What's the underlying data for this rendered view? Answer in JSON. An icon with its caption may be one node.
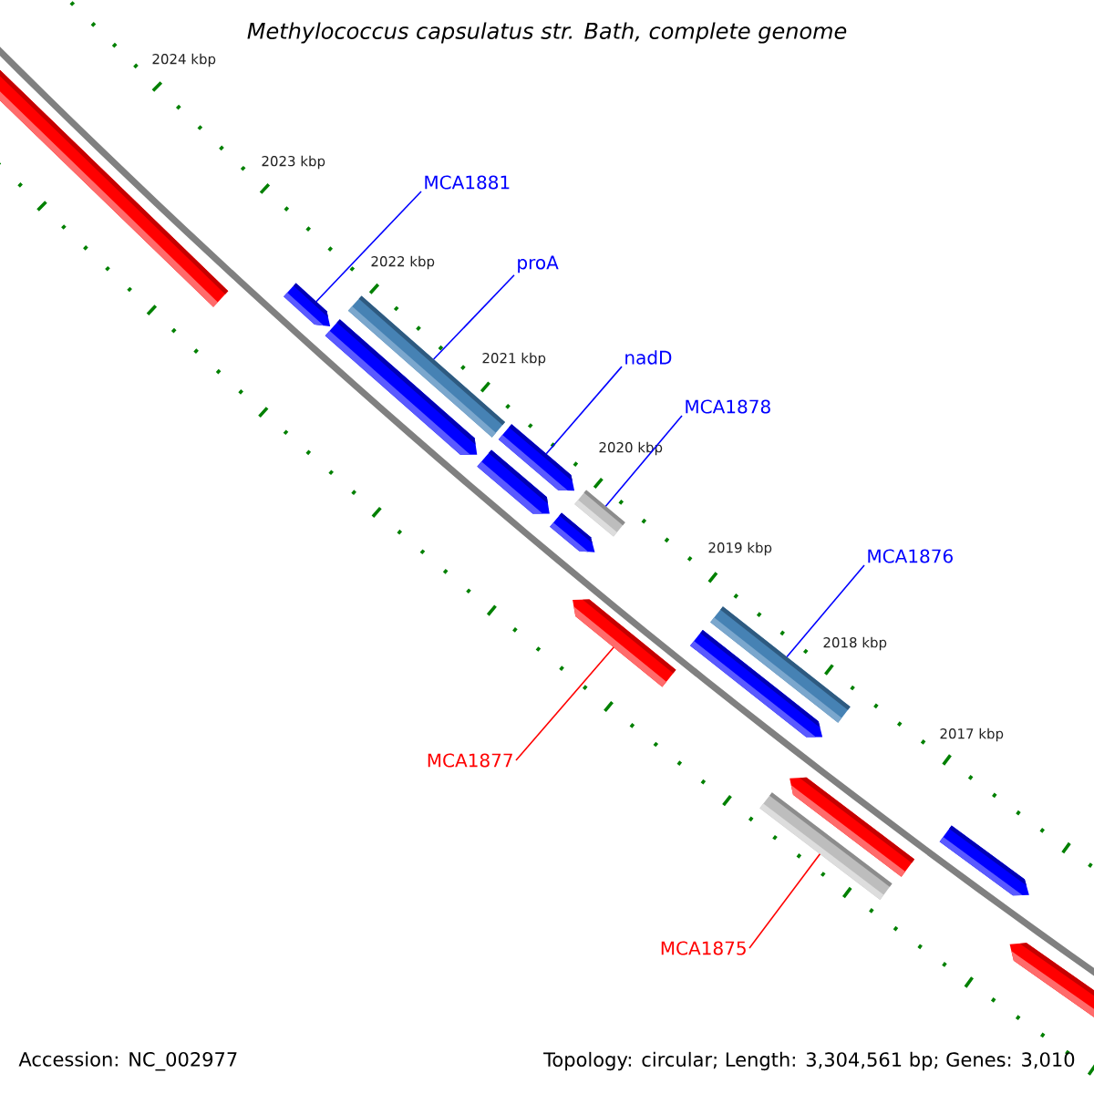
{
  "diagram": {
    "title": "Methylococcus capsulatus str. Bath, complete genome",
    "nodes": [
      {
        "text": [],
        "shape": "pentagon"
      },
      {
        "text": [],
        "shape": "pentagon"
      },
      {
        "text": [],
        "shape": "bar"
      },
      {
        "text": [],
        "shape": "pentagon"
      },
      {
        "text": [],
        "shape": "bar"
      },
      {
        "text": [],
        "shape": "pentagon"
      },
      {
        "text": [],
        "shape": "pentagon"
      },
      {
        "text": [],
        "shape": "pentagon"
      },
      {
        "text": [],
        "shape": "pentagon"
      },
      {
        "text": [],
        "shape": "bar"
      },
      {
        "text": [],
        "shape": "pentagon"
      },
      {
        "text": [],
        "shape": "pentagon"
      },
      {
        "text": [],
        "shape": "bar"
      },
      {
        "text": [],
        "shape": "pentagon"
      },
      {
        "text": [],
        "shape": "pentagon"
      },
      {
        "text": [
          "MCA1881"
        ]
      },
      {
        "text": [
          "proA"
        ]
      },
      {
        "text": [
          "nadD"
        ]
      },
      {
        "text": [
          "MCA1878"
        ]
      },
      {
        "text": [
          "MCA1876"
        ]
      },
      {
        "text": [
          "MCA1877"
        ]
      },
      {
        "text": [
          "MCA1875"
        ]
      }
    ],
    "edges": [
      {
        "from": 15,
        "to": 1,
        "arrow": "none"
      },
      {
        "from": 16,
        "to": 2,
        "arrow": "none"
      },
      {
        "from": 17,
        "to": 3,
        "arrow": "none"
      },
      {
        "from": 18,
        "to": 4,
        "arrow": "none"
      },
      {
        "from": 19,
        "to": 9,
        "arrow": "none"
      },
      {
        "from": 20,
        "to": 8,
        "arrow": "none",
        "color": "#ff0000"
      },
      {
        "from": 21,
        "to": 12,
        "arrow": "none",
        "color": "#ff0000"
      }
    ],
    "labels": [
      "2024 kbp",
      "2023 kbp",
      "2022 kbp",
      "2021 kbp",
      "2020 kbp",
      "2019 kbp",
      "2018 kbp",
      "2017 kbp",
      "Accession: NC_002977",
      "Topology: circular; Length: 3,304,561 bp; Genes: 3,010"
    ]
  }
}
